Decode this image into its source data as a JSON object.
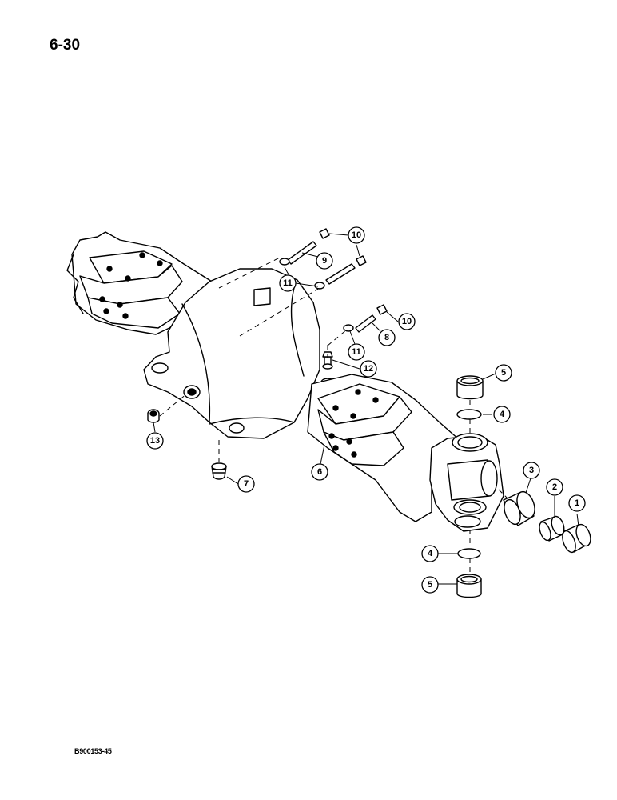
{
  "page": {
    "number": "6-30",
    "figure_code": "B900153-45"
  },
  "callouts": [
    "1",
    "2",
    "3",
    "4",
    "5",
    "6",
    "7",
    "8",
    "9",
    "10",
    "11",
    "12",
    "13"
  ]
}
